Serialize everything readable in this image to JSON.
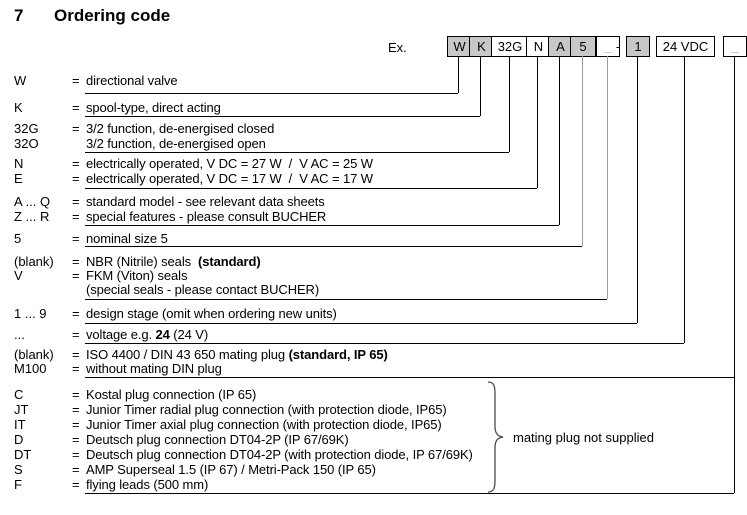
{
  "title": {
    "number": "7",
    "text": "Ordering code"
  },
  "example_label": "Ex.",
  "separator": "-",
  "boxes": [
    {
      "code": "W",
      "filled": true,
      "muted": false
    },
    {
      "code": "K",
      "filled": true,
      "muted": false
    },
    {
      "code": "32G",
      "filled": false,
      "muted": false
    },
    {
      "code": "N",
      "filled": false,
      "muted": false
    },
    {
      "code": "A",
      "filled": true,
      "muted": false
    },
    {
      "code": "5",
      "filled": true,
      "muted": false
    },
    {
      "code": "_",
      "filled": false,
      "muted": true
    },
    {
      "code": "1",
      "filled": true,
      "muted": false
    },
    {
      "code": "24 VDC",
      "filled": false,
      "muted": false
    },
    {
      "code": "_",
      "filled": false,
      "muted": true
    }
  ],
  "rows": [
    {
      "label": "W",
      "eq": "=",
      "parts": [
        {
          "text": "directional valve"
        }
      ]
    },
    {
      "label": "K",
      "eq": "=",
      "parts": [
        {
          "text": "spool-type, direct acting"
        }
      ]
    },
    {
      "label": "32G",
      "eq": "=",
      "parts": [
        {
          "text": "3/2 function, de-energised closed"
        }
      ]
    },
    {
      "label": "32O",
      "eq": "",
      "parts": [
        {
          "text": "3/2 function, de-energised open"
        }
      ]
    },
    {
      "label": "N",
      "eq": "=",
      "parts": [
        {
          "text": "electrically operated, V DC = 27 W  /  V AC = 25 W"
        }
      ]
    },
    {
      "label": "E",
      "eq": "=",
      "parts": [
        {
          "text": "electrically operated, V DC = 17 W  /  V AC = 17 W"
        }
      ]
    },
    {
      "label": "A ... Q",
      "eq": "=",
      "parts": [
        {
          "text": "standard model - see relevant data sheets"
        }
      ]
    },
    {
      "label": "Z ... R",
      "eq": "=",
      "parts": [
        {
          "text": "special features - please consult BUCHER"
        }
      ]
    },
    {
      "label": "5",
      "eq": "=",
      "parts": [
        {
          "text": "nominal size 5"
        }
      ]
    },
    {
      "label": "(blank)",
      "eq": "=",
      "parts": [
        {
          "text": "NBR (Nitrile) seals  "
        },
        {
          "text": "(standard)",
          "bold": true
        }
      ]
    },
    {
      "label": "V",
      "eq": "=",
      "parts": [
        {
          "text": "FKM (Viton) seals"
        }
      ]
    },
    {
      "label": "",
      "eq": "",
      "parts": [
        {
          "text": "(special seals - please contact BUCHER)"
        }
      ]
    },
    {
      "label": "1 ... 9",
      "eq": "=",
      "parts": [
        {
          "text": "design stage (omit when ordering new units)"
        }
      ]
    },
    {
      "label": "...",
      "eq": "=",
      "parts": [
        {
          "text": "voltage e.g. "
        },
        {
          "text": "24",
          "bold": true
        },
        {
          "text": " (24 V)"
        }
      ]
    },
    {
      "label": "(blank)",
      "eq": "=",
      "parts": [
        {
          "text": "ISO 4400 / DIN 43 650 mating plug "
        },
        {
          "text": "(standard, IP 65)",
          "bold": true
        }
      ]
    },
    {
      "label": "M100",
      "eq": "=",
      "parts": [
        {
          "text": "without mating DIN plug"
        }
      ]
    },
    {
      "label": "C",
      "eq": "=",
      "parts": [
        {
          "text": "Kostal plug connection (IP 65)"
        }
      ]
    },
    {
      "label": "JT",
      "eq": "=",
      "parts": [
        {
          "text": "Junior Timer radial plug connection (with protection diode, IP65)"
        }
      ]
    },
    {
      "label": "IT",
      "eq": "=",
      "parts": [
        {
          "text": "Junior Timer axial plug connection (with protection diode, IP65)"
        }
      ]
    },
    {
      "label": "D",
      "eq": "=",
      "parts": [
        {
          "text": "Deutsch plug connection DT04-2P (IP 67/69K)"
        }
      ]
    },
    {
      "label": "DT",
      "eq": "=",
      "parts": [
        {
          "text": "Deutsch plug connection DT04-2P (with protection diode, IP 67/69K)"
        }
      ]
    },
    {
      "label": "S",
      "eq": "=",
      "parts": [
        {
          "text": "AMP Superseal 1.5 (IP 67) / Metri-Pack 150 (IP 65)"
        }
      ]
    },
    {
      "label": "F",
      "eq": "=",
      "parts": [
        {
          "text": "flying leads (500 mm)"
        }
      ]
    }
  ],
  "brace_note": "mating plug not supplied",
  "colors": {
    "box_fill": "#c8c8c8",
    "line": "#000000",
    "muted_line": "#9c9c9c",
    "text": "#000000"
  }
}
